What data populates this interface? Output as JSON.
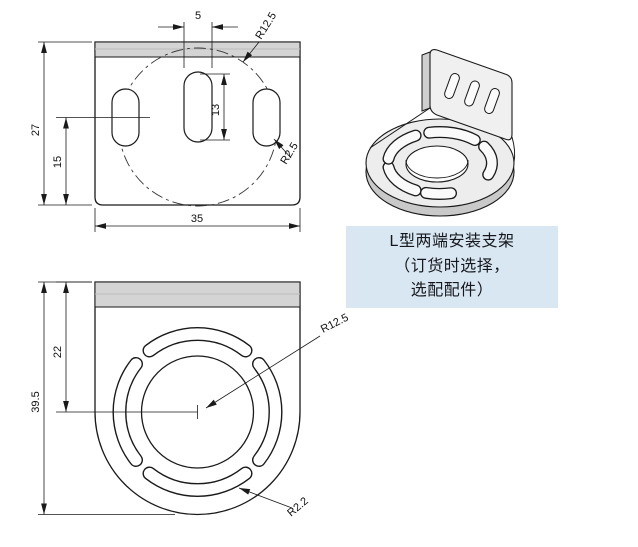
{
  "top_view": {
    "labels": {
      "slot_width": "5",
      "corner_radius": "R12.5",
      "overall_height": "27",
      "slot_center_height": "15",
      "slot_length": "13",
      "slot_end_radius": "R2.5",
      "overall_width": "35"
    }
  },
  "bottom_view": {
    "labels": {
      "center_offset": "22",
      "overall_height": "39.5",
      "hole_radius": "R12.5",
      "slot_radius": "R2.2"
    }
  },
  "callout": {
    "bg_color": "#d9e7f3",
    "line1": "L型两端安装支架",
    "line2": "（订货时选择，",
    "line3": "选配配件）"
  }
}
